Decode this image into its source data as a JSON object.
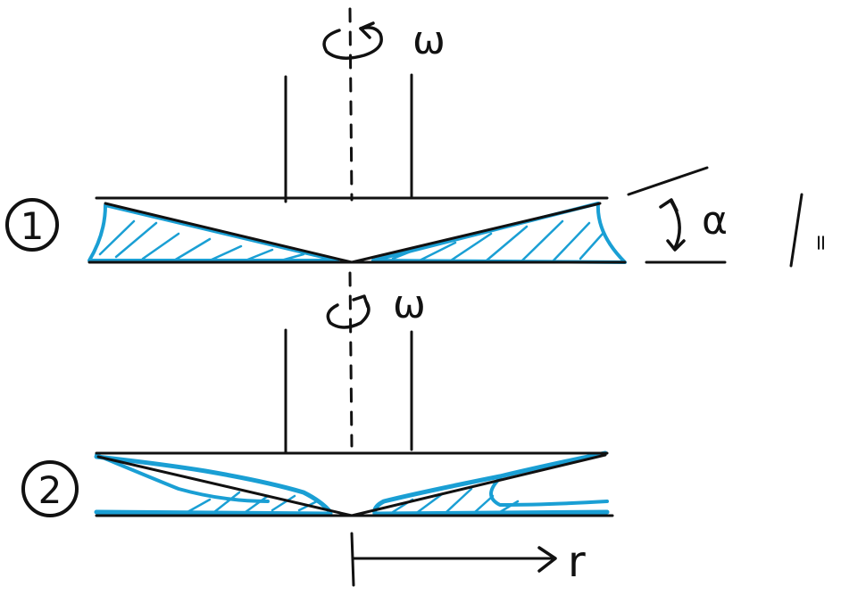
{
  "diagram": {
    "case_1_label": "1",
    "case_2_label": "2",
    "omega_label_top": "ω",
    "omega_label_bottom": "ω",
    "angle_label": "α",
    "gap_label": "=",
    "radial_label": "r",
    "colors": {
      "ink": "#111111",
      "fluid": "#1a9fd4"
    }
  }
}
